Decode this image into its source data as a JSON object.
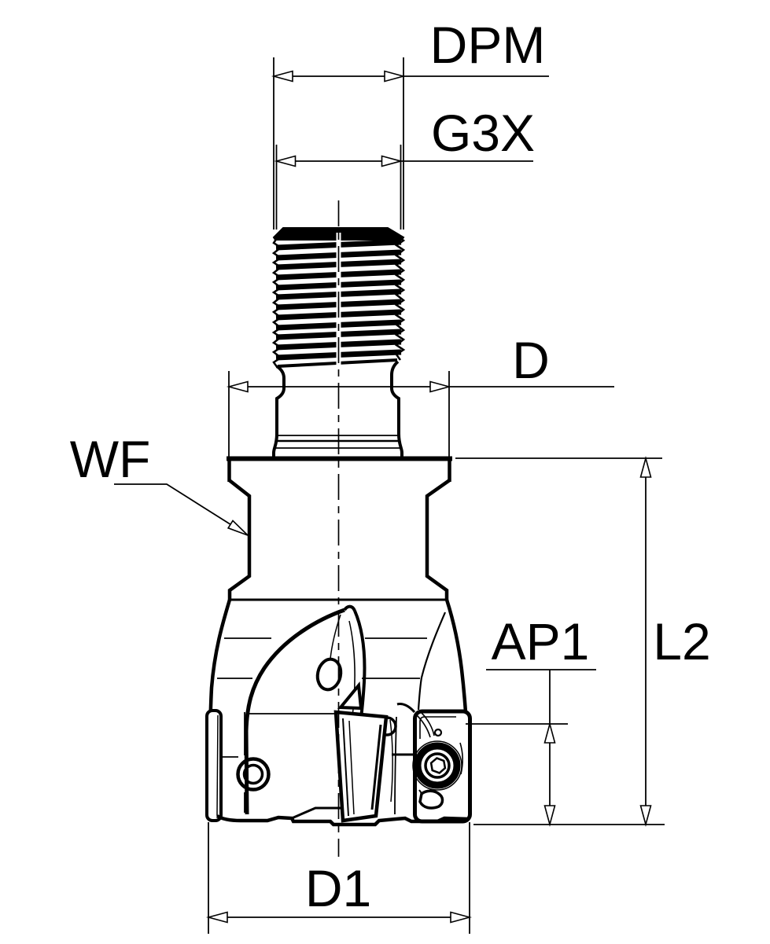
{
  "drawing": {
    "type": "technical-dimension-drawing",
    "subject": "screw-in milling cutter side view",
    "background_color": "#ffffff",
    "line_color": "#000000",
    "labels": {
      "dpm": "DPM",
      "g3x": "G3X",
      "d": "D",
      "wf": "WF",
      "l2": "L2",
      "ap1": "AP1",
      "d1": "D1"
    }
  }
}
